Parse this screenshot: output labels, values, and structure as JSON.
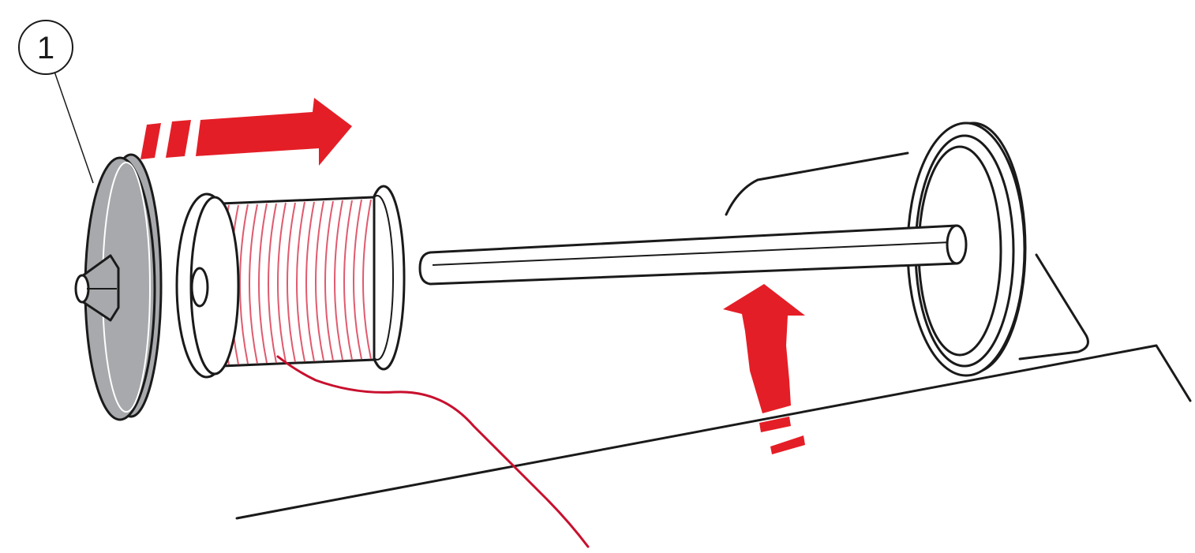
{
  "callout": {
    "number": "1"
  },
  "colors": {
    "line": "#1a1a1a",
    "arrow": "#e41e26",
    "thread": "#c8102e",
    "thread_wraps": "#e05a6e",
    "cap_fill": "#a7a9ac",
    "cap_edge": "#ffffff"
  },
  "parts": {
    "spool_cap": "large-spool-cap",
    "thread_spool": "thread-spool",
    "spool_pin": "horizontal-spool-pin",
    "direction_arrows": [
      "push-right-arrow",
      "lift-up-arrow"
    ]
  }
}
